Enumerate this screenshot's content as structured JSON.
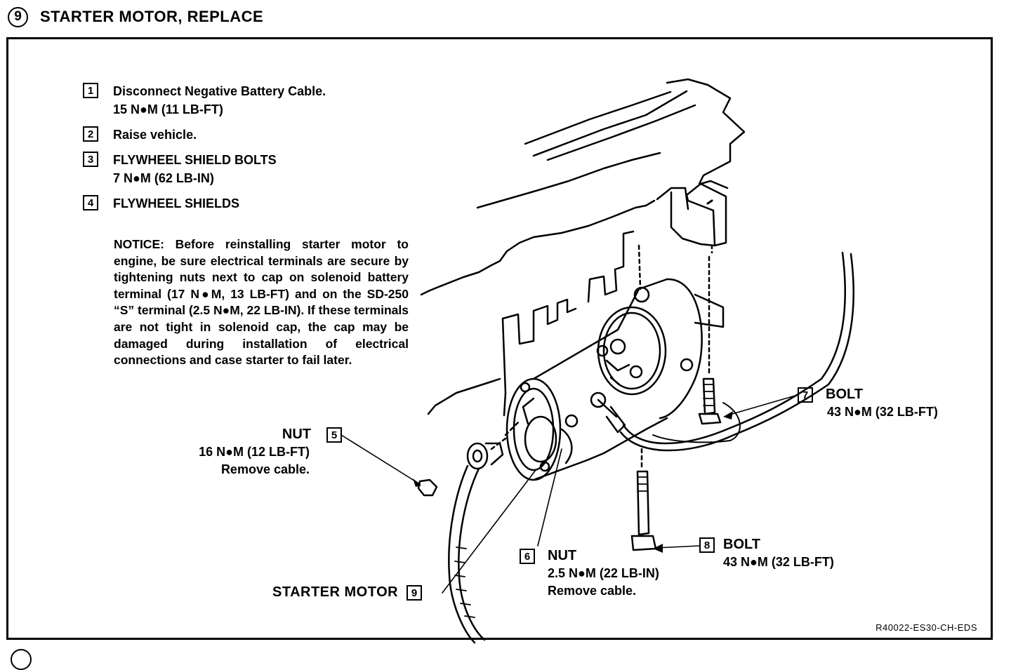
{
  "header": {
    "number": "9",
    "title": "STARTER MOTOR, REPLACE"
  },
  "steps": [
    {
      "num": "1",
      "lines": [
        "Disconnect Negative Battery Cable.",
        "15 N●M (11 LB-FT)"
      ]
    },
    {
      "num": "2",
      "lines": [
        "Raise vehicle."
      ]
    },
    {
      "num": "3",
      "lines": [
        "FLYWHEEL SHIELD BOLTS",
        "7 N●M (62 LB-IN)"
      ]
    },
    {
      "num": "4",
      "lines": [
        "FLYWHEEL SHIELDS"
      ]
    }
  ],
  "notice": "NOTICE: Before reinstalling starter motor to engine, be sure electrical terminals are secure by tightening nuts next to cap on solenoid battery terminal (17 N●M, 13 LB-FT) and on the SD-250 “S” terminal (2.5 N●M, 22 LB-IN). If these terminals are not tight in solenoid cap, the cap may be damaged during installation of electrical connections and case starter to fail later.",
  "callouts": {
    "c5": {
      "num": "5",
      "label": "NUT",
      "lines": [
        "16 N●M (12 LB-FT)",
        "Remove cable."
      ]
    },
    "c6": {
      "num": "6",
      "label": "NUT",
      "lines": [
        "2.5 N●M (22 LB-IN)",
        "Remove cable."
      ]
    },
    "c7": {
      "num": "7",
      "label": "BOLT",
      "lines": [
        "43 N●M (32 LB-FT)"
      ]
    },
    "c8": {
      "num": "8",
      "label": "BOLT",
      "lines": [
        "43 N●M (32 LB-FT)"
      ]
    },
    "c9": {
      "num": "9",
      "label": "STARTER MOTOR"
    }
  },
  "reference": "R40022-ES30-CH-EDS"
}
